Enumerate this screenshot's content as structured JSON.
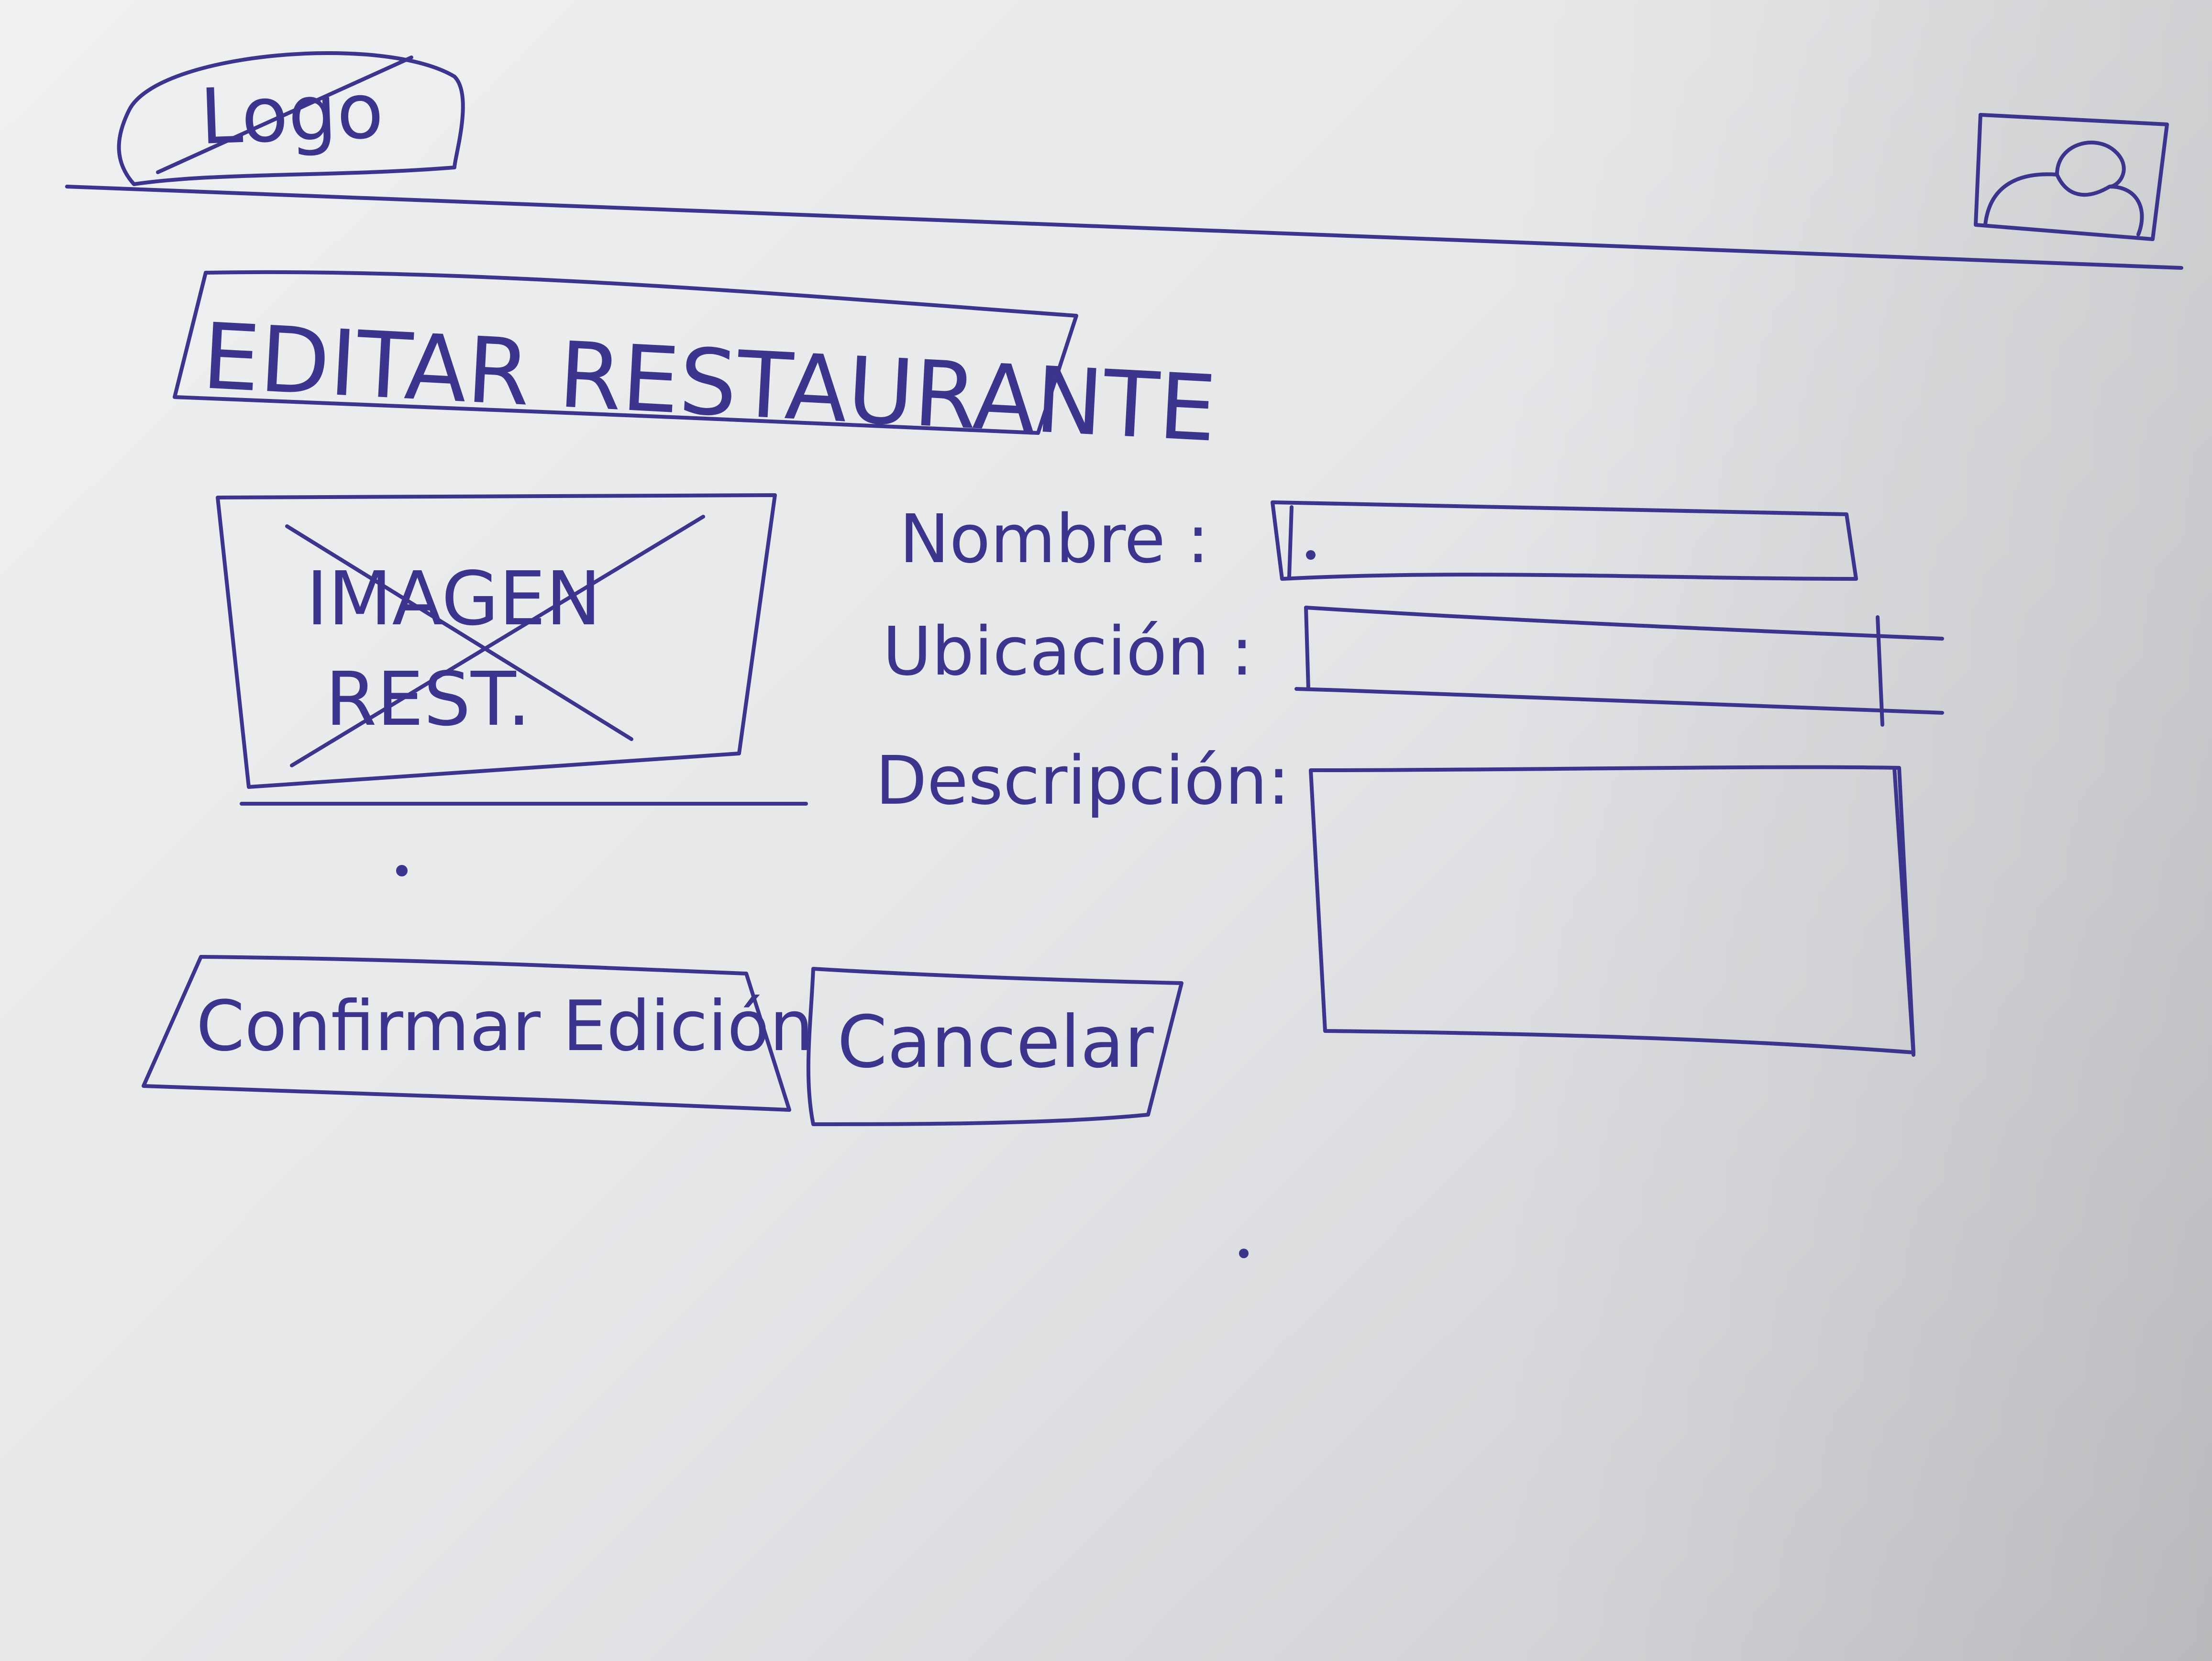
{
  "header": {
    "logo_text": "Logo",
    "profile_icon": "user-icon"
  },
  "page": {
    "title": "EDITAR RESTAURANTE"
  },
  "image_placeholder": {
    "text_line_1": "IMAGEN",
    "text_line_2": "REST."
  },
  "form": {
    "name_label": "Nombre :",
    "location_label": "Ubicación :",
    "description_label": "Descripción:"
  },
  "actions": {
    "confirm_label": "Confirmar Edición",
    "cancel_label": "Cancelar"
  },
  "colors": {
    "ink": "#3b358d",
    "paper": "#eef0f2"
  }
}
